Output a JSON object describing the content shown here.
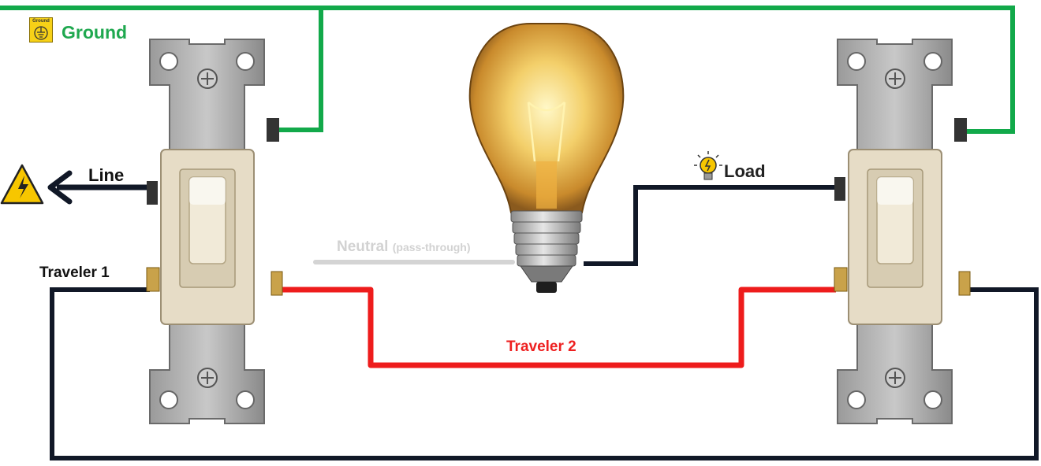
{
  "labels": {
    "ground": "Ground",
    "ground_badge": "Ground",
    "line": "Line",
    "load": "Load",
    "traveler1": "Traveler 1",
    "traveler2": "Traveler 2",
    "neutral": "Neutral",
    "neutral_note": "(pass-through)"
  },
  "colors": {
    "ground_wire": "#12a94a",
    "hot_wire": "#111827",
    "traveler2_wire": "#ee1c1c",
    "neutral_wire": "#d4d4d4",
    "switch_plate": "#8d8d8d",
    "switch_body": "#e6dcc6",
    "warning": "#f7c600"
  },
  "icons": [
    "ground-icon",
    "electric-hazard-icon",
    "light-bulb-icon",
    "arrow-left-icon"
  ]
}
